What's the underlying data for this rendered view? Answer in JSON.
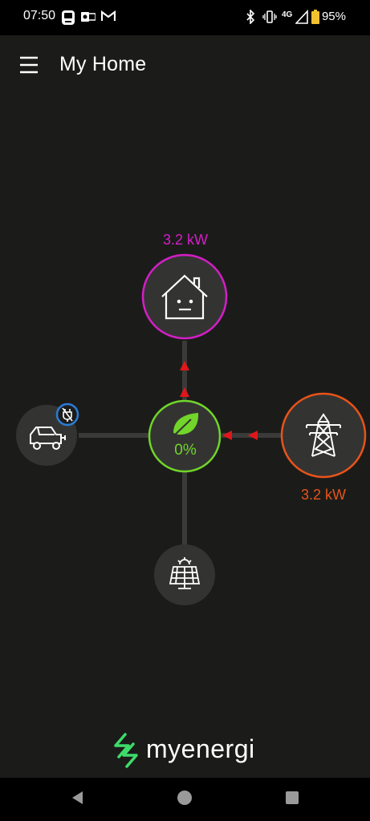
{
  "status_bar": {
    "time": "07:50",
    "network": "4G",
    "battery": "95%",
    "icons": [
      "tv-app-icon",
      "outlook-icon",
      "gmail-icon",
      "bluetooth-icon",
      "vibrate-icon",
      "signal-icon",
      "battery-icon"
    ]
  },
  "header": {
    "title": "My Home",
    "menu_icon": "hamburger-menu-icon"
  },
  "flow": {
    "home": {
      "value": "3.2 kW",
      "color": "#d41ec7",
      "icon": "house-face-icon"
    },
    "hub": {
      "value": "0%",
      "color": "#71d52a",
      "icon": "leaf-icon"
    },
    "grid": {
      "value": "3.2 kW",
      "color": "#e8531a",
      "icon": "pylon-icon"
    },
    "ev": {
      "icon": "ev-car-icon",
      "badge_icon": "unplugged-icon",
      "badge_color": "#2c7bd6"
    },
    "solar": {
      "icon": "solar-panel-icon"
    },
    "flow_arrow_color": "#e0161b"
  },
  "brand": {
    "name": "myenergi",
    "accent": "#3ddc6a"
  },
  "nav_bar": {
    "back": "back-icon",
    "home": "home-icon",
    "recents": "recents-icon"
  }
}
